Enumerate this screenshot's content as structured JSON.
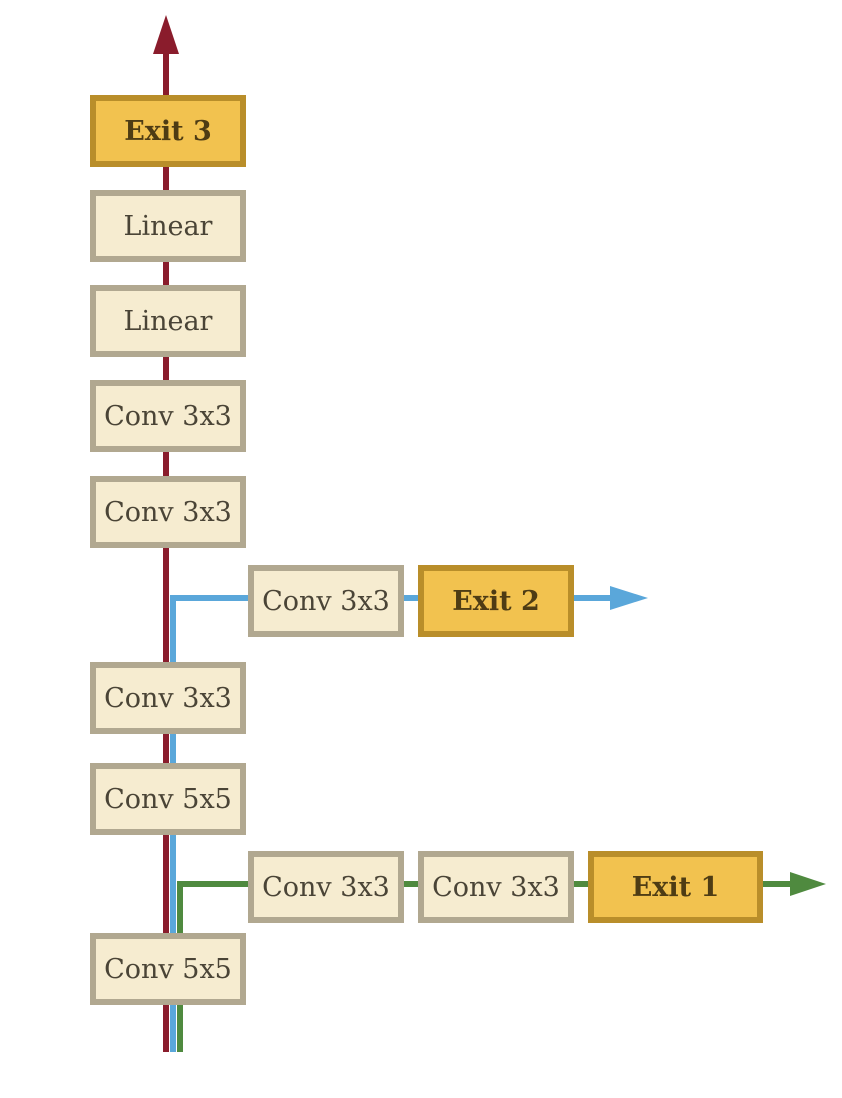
{
  "colors": {
    "main_path": "#8a1c2c",
    "exit2_path": "#5aa7da",
    "exit1_path": "#4f8a3f",
    "layer_fill": "#f6ecd0",
    "layer_border": "#b1a890",
    "exit_fill": "#f2c24f",
    "exit_border": "#b98e2a"
  },
  "backbone": {
    "exit3": "Exit 3",
    "layer_8": "Linear",
    "layer_7": "Linear",
    "layer_6": "Conv 3x3",
    "layer_5": "Conv 3x3",
    "layer_4": "Conv 3x3",
    "layer_3": "Conv 5x5",
    "layer_1": "Conv 5x5"
  },
  "branch_exit2": {
    "layer_1": "Conv 3x3",
    "exit": "Exit 2"
  },
  "branch_exit1": {
    "layer_1": "Conv 3x3",
    "layer_2": "Conv 3x3",
    "exit": "Exit 1"
  }
}
